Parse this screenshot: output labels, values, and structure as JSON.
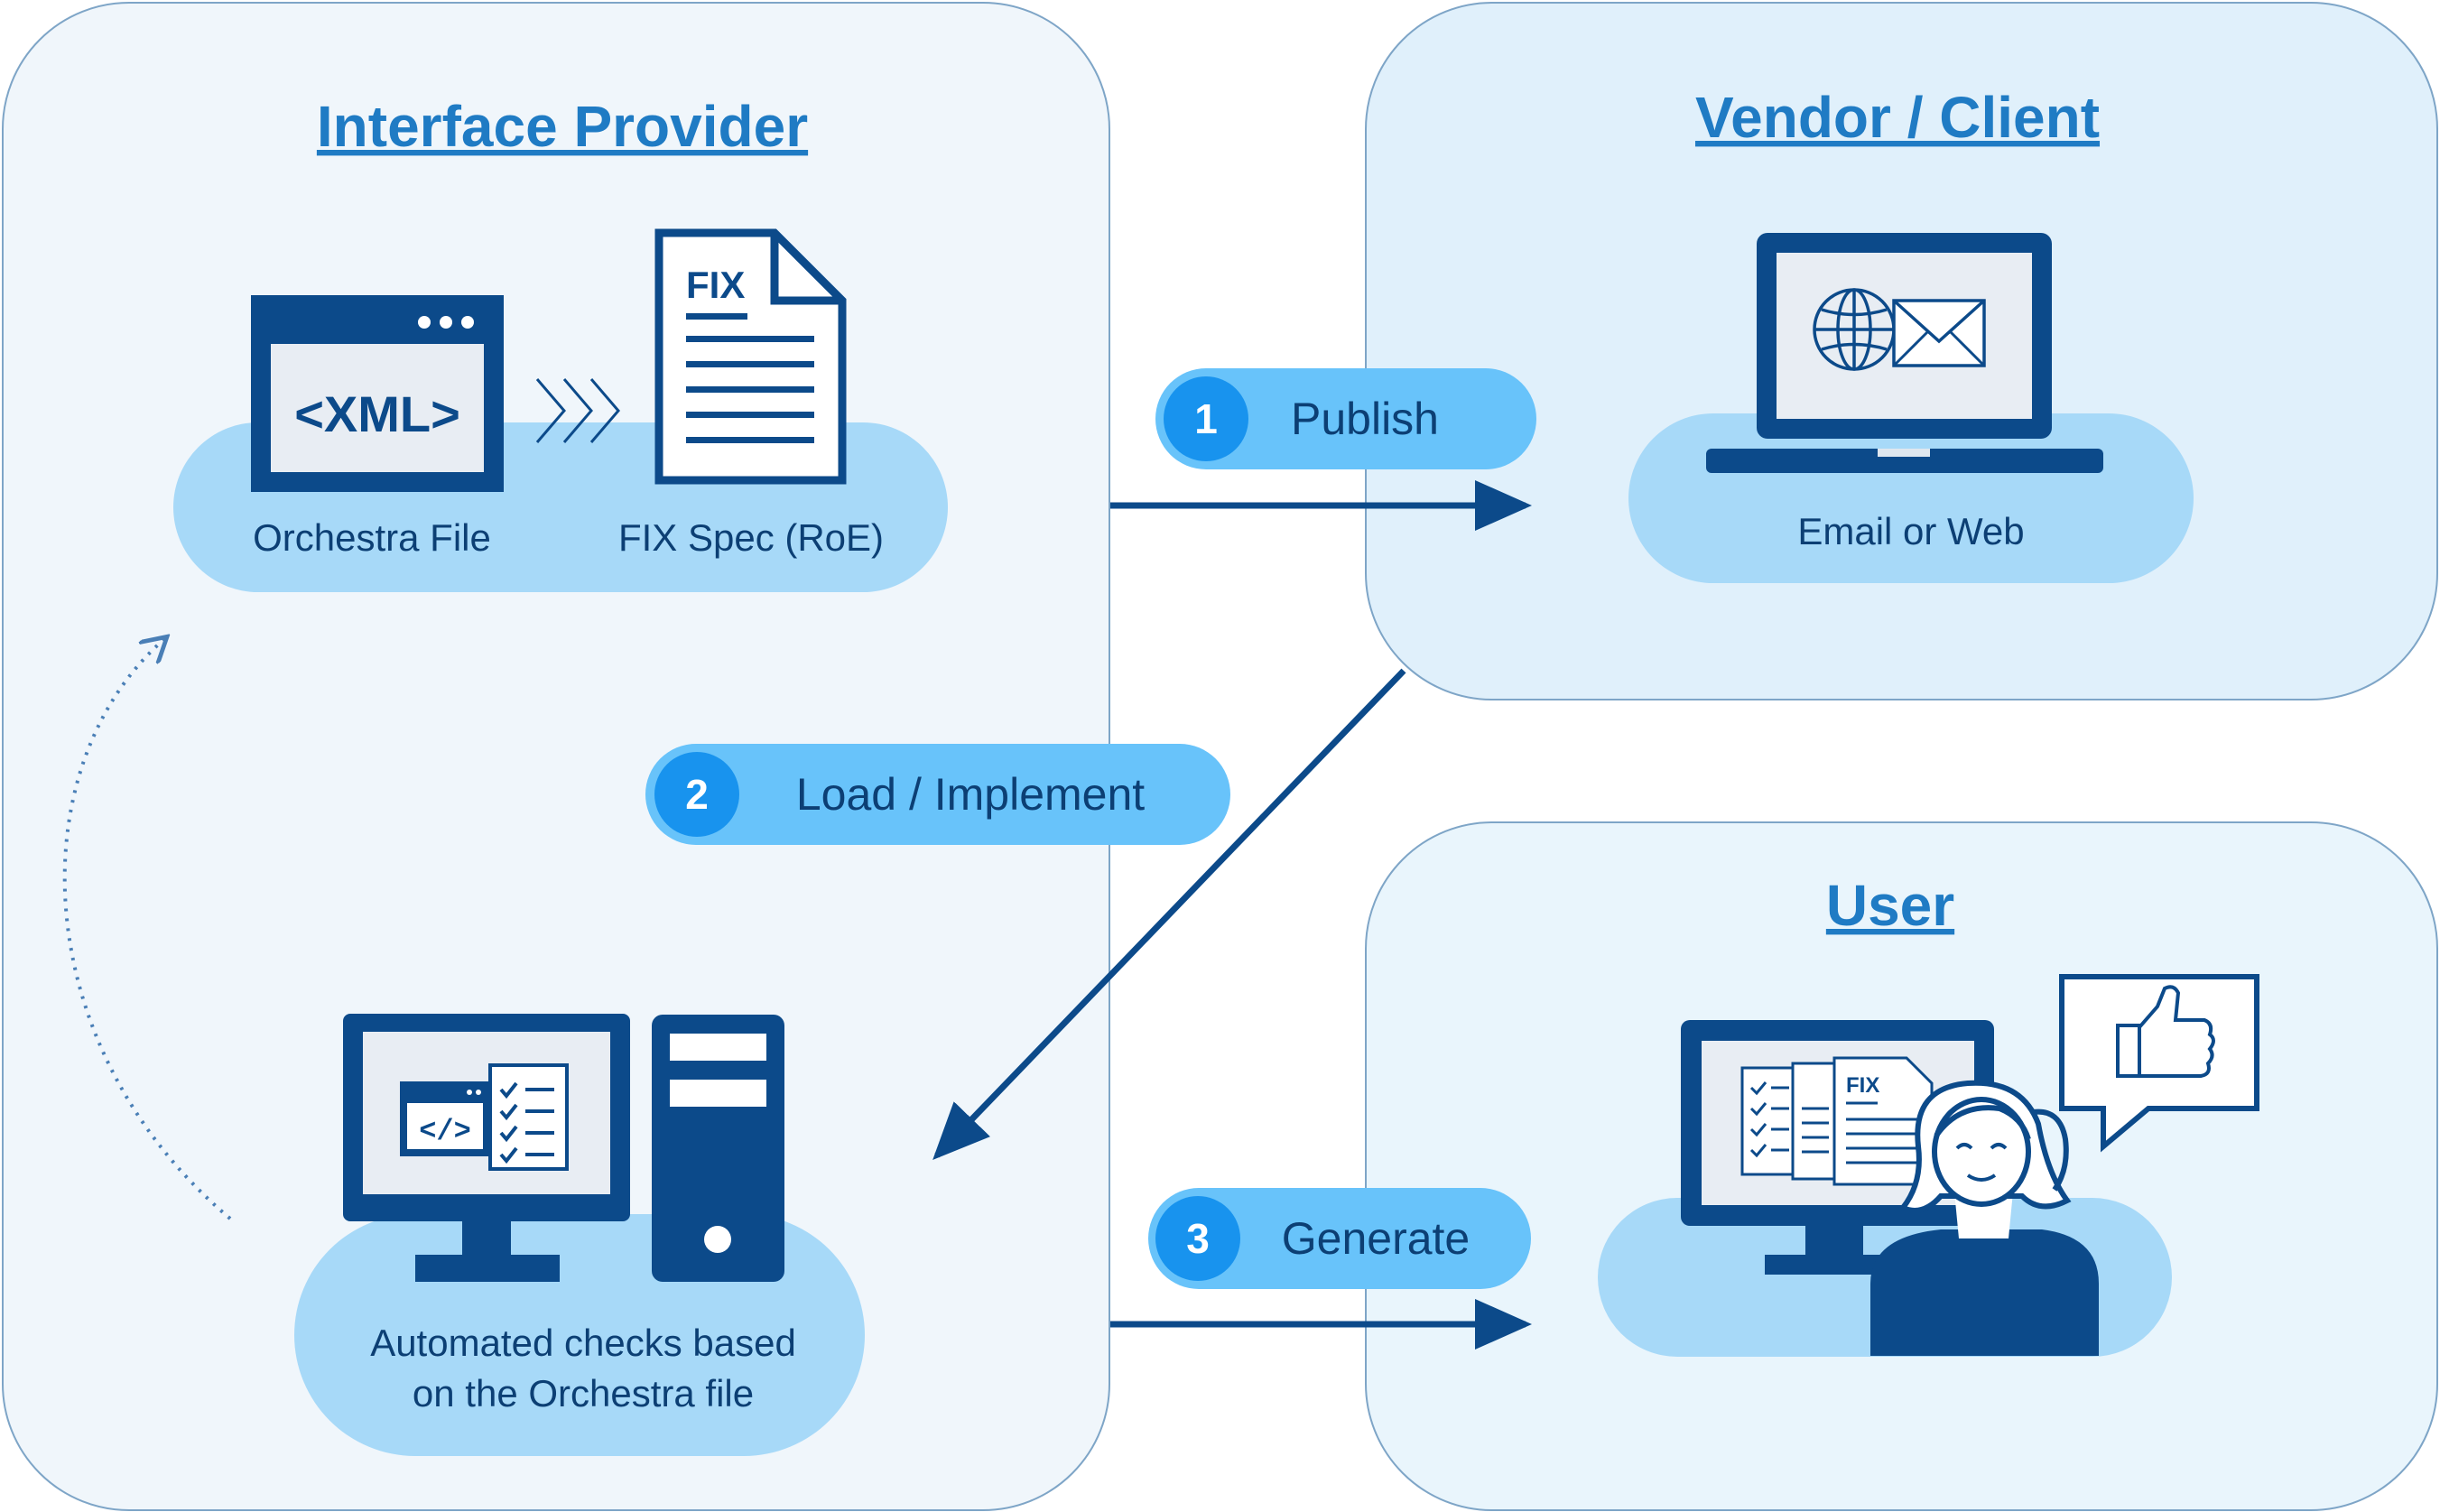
{
  "panels": {
    "provider": {
      "title": "Interface Provider",
      "xml_label": "<XML>",
      "fix_label": "FIX",
      "orchestra_caption": "Orchestra File",
      "fixspec_caption": "FIX Spec (RoE)",
      "checks_caption_line1": "Automated checks based",
      "checks_caption_line2": "on the Orchestra file"
    },
    "vendor": {
      "title": "Vendor / Client",
      "caption": "Email or Web"
    },
    "user": {
      "title": "User",
      "fix_label": "FIX"
    }
  },
  "steps": [
    {
      "number": "1",
      "label": "Publish"
    },
    {
      "number": "2",
      "label": "Load / Implement"
    },
    {
      "number": "3",
      "label": "Generate"
    }
  ],
  "icons": [
    "window-xml-icon",
    "fix-document-icon",
    "triple-chevron-icon",
    "laptop-icon",
    "globe-icon",
    "envelope-icon",
    "monitor-code-icon",
    "checklist-icon",
    "tower-pc-icon",
    "monitor-docs-icon",
    "person-icon",
    "thumbs-up-icon",
    "speech-bubble-icon"
  ],
  "colors": {
    "dark_blue": "#0c4a8a",
    "title_blue": "#1f7bc4",
    "pill_blue": "#a7d9f8",
    "step_pill": "#68c3fa",
    "circle_blue": "#1893ee",
    "panel_light": "#f0f6fb",
    "panel_vendor": "#e0f0fb"
  }
}
